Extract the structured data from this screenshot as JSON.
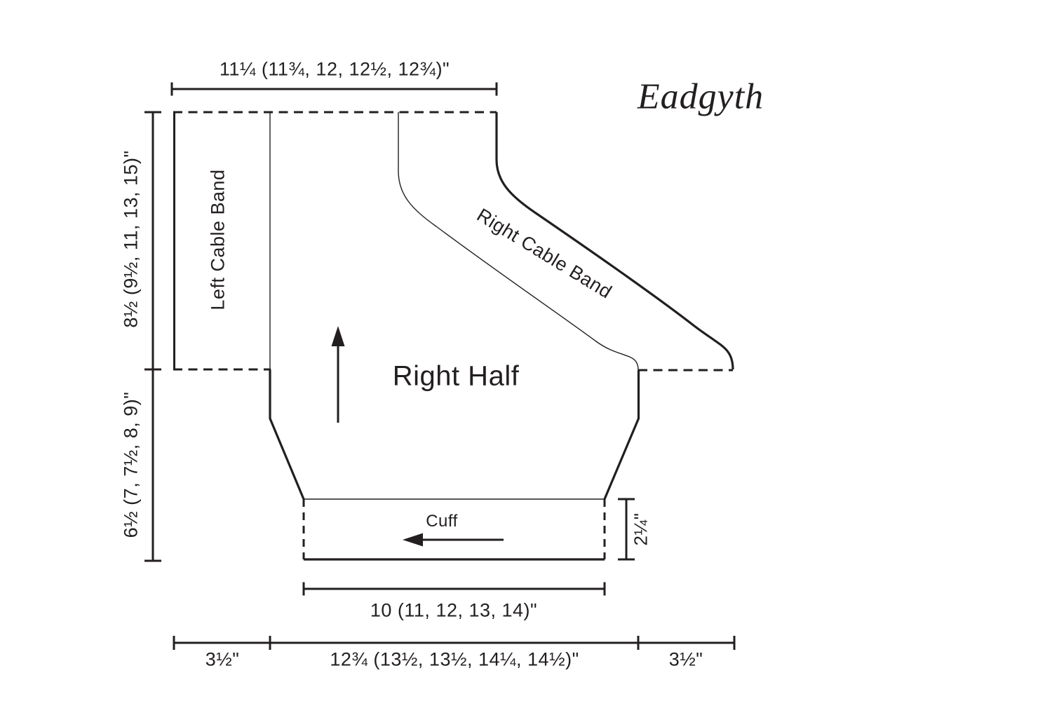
{
  "title": "Eadgyth",
  "piece": {
    "name": "Right Half",
    "left_band_label": "Left Cable Band",
    "right_band_label": "Right Cable Band",
    "cuff_label": "Cuff"
  },
  "dimensions": {
    "top_width": "11¼ (11¾, 12, 12½, 12¾)\"",
    "upper_body_height": "8½ (9½, 11, 13, 15)\"",
    "lower_body_height": "6½ (7, 7½, 8, 9)\"",
    "cuff_depth": "2¼\"",
    "cuff_width": "10 (11, 12, 13, 14)\"",
    "bottom_left_width": "3½\"",
    "bottom_center_width": "12¾ (13½, 13½, 14¼, 14½)\"",
    "bottom_right_width": "3½\""
  },
  "icons": {
    "body_direction": "up-arrow",
    "cuff_direction": "left-arrow"
  },
  "colors": {
    "ink": "#231f20",
    "background": "#ffffff"
  }
}
